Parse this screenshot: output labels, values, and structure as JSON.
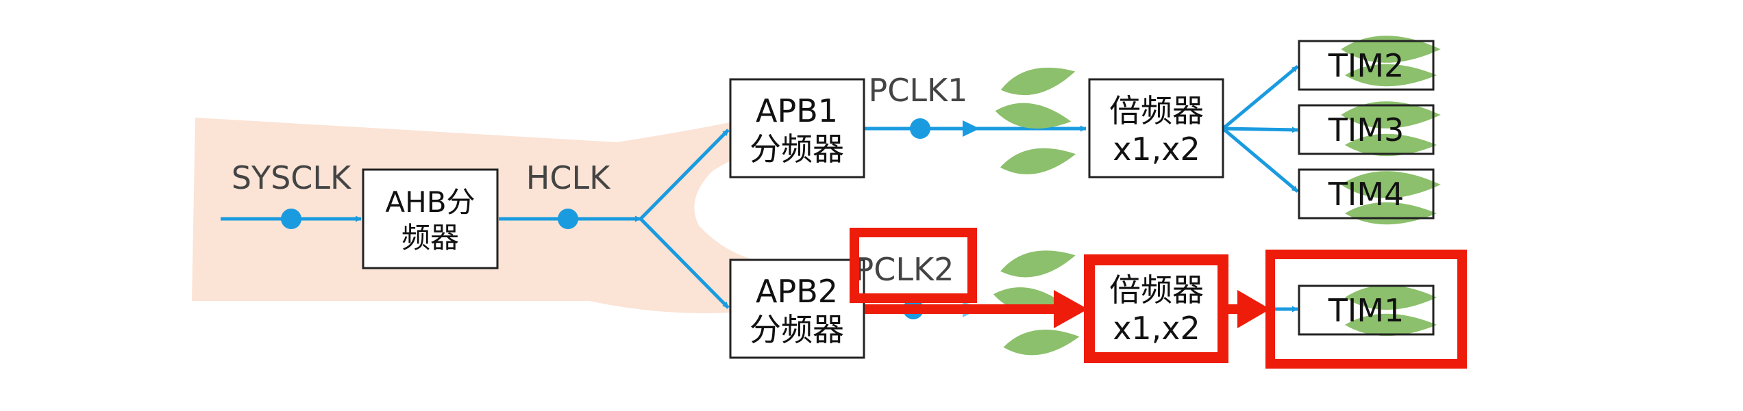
{
  "labels": {
    "sysclk": "SYSCLK",
    "hclk": "HCLK",
    "pclk1": "PCLK1",
    "pclk2": "PCLK2"
  },
  "boxes": {
    "ahb": [
      "AHB分",
      "频器"
    ],
    "apb1": [
      "APB1",
      "分频器"
    ],
    "apb2": [
      "APB2",
      "分频器"
    ],
    "mult1": [
      "倍频器",
      "x1,x2"
    ],
    "mult2": [
      "倍频器",
      "x1,x2"
    ],
    "tim2": "TIM2",
    "tim3": "TIM3",
    "tim4": "TIM4",
    "tim1": "TIM1"
  },
  "colors": {
    "wire": "#1a9be0",
    "highlight": "#ee1c0a",
    "leaf": "#8cc06c",
    "background_band": "#fbe3d5",
    "box_border": "#222222"
  }
}
